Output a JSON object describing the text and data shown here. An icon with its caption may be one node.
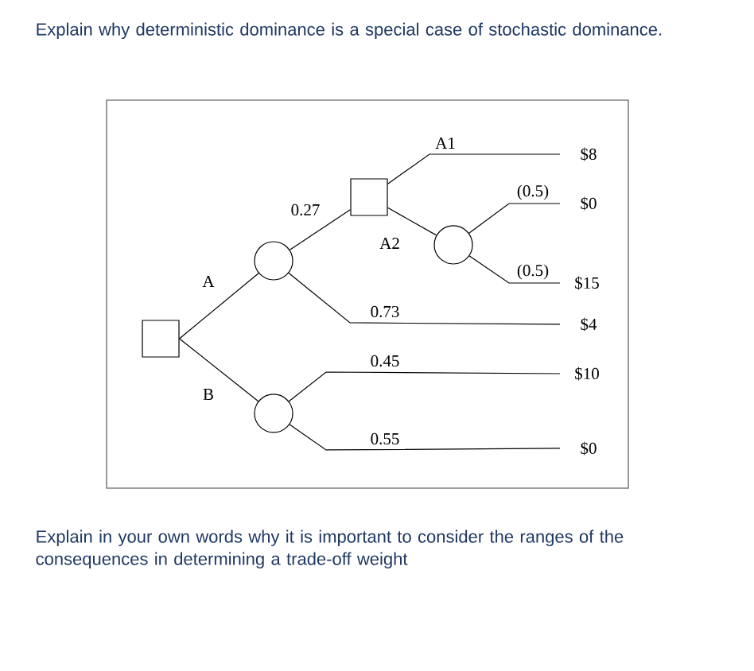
{
  "diagram": {
    "title": "Explain why deterministic dominance is a special case of stochastic dominance.",
    "nodes": [
      {
        "text": [],
        "shape": "box"
      },
      {
        "text": [],
        "shape": "circle"
      },
      {
        "text": [],
        "shape": "circle"
      },
      {
        "text": [],
        "shape": "box"
      },
      {
        "text": [],
        "shape": "circle"
      },
      {
        "text": [
          "$8"
        ]
      },
      {
        "text": [
          "$0"
        ]
      },
      {
        "text": [
          "$15"
        ]
      },
      {
        "text": [
          "$4"
        ]
      },
      {
        "text": [
          "$10"
        ]
      },
      {
        "text": [
          "$0"
        ]
      }
    ],
    "edges": [
      {
        "from": 0,
        "to": 1,
        "arrow": "none",
        "label": "A"
      },
      {
        "from": 0,
        "to": 2,
        "arrow": "none",
        "label": "B"
      },
      {
        "from": 1,
        "to": 3,
        "arrow": "none",
        "label": "0.27"
      },
      {
        "from": 1,
        "to": 8,
        "arrow": "none",
        "label": "0.73"
      },
      {
        "from": 3,
        "to": 5,
        "arrow": "none",
        "label": "A1"
      },
      {
        "from": 3,
        "to": 4,
        "arrow": "none",
        "label": "A2"
      },
      {
        "from": 4,
        "to": 6,
        "arrow": "none",
        "label": "(0.5)"
      },
      {
        "from": 4,
        "to": 7,
        "arrow": "none",
        "label": "(0.5)"
      },
      {
        "from": 2,
        "to": 9,
        "arrow": "none",
        "label": "0.45"
      },
      {
        "from": 2,
        "to": 10,
        "arrow": "none",
        "label": "0.55"
      }
    ],
    "labels": [
      "Explain in your own words why it is important to consider the ranges of the consequences in determining a trade-off weight"
    ]
  }
}
